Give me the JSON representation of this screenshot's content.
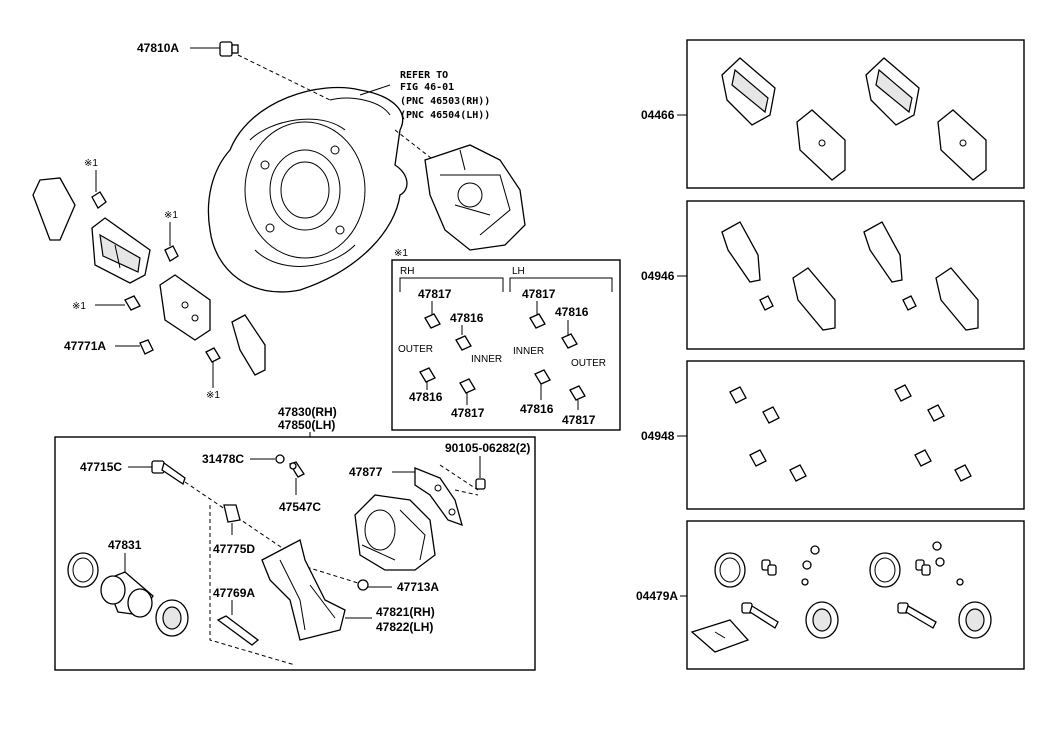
{
  "labels": {
    "p47810A": "47810A",
    "refer1": "REFER TO",
    "refer2": "FIG 46-01",
    "refer3": "(PNC 46503(RH))",
    "refer4": "(PNC 46504(LH))",
    "mark1a": "※1",
    "mark1b": "※1",
    "mark1c": "※1",
    "mark1d": "※1",
    "p47771A": "47771A",
    "p47830": "47830(RH)",
    "p47850": "47850(LH)",
    "p47715C": "47715C",
    "p31478C": "31478C",
    "p90105": "90105-06282(2)",
    "p47877": "47877",
    "p47547C": "47547C",
    "p47831": "47831",
    "p47775D": "47775D",
    "p47769A": "47769A",
    "p47713A": "47713A",
    "p47821": "47821(RH)",
    "p47822": "47822(LH)",
    "p04466": "04466",
    "p04946": "04946",
    "p04948": "04948",
    "p04479A": "04479A"
  },
  "inset": {
    "mark": "※1",
    "rh": "RH",
    "lh": "LH",
    "rh_47817_top": "47817",
    "rh_47816_top": "47816",
    "rh_outer": "OUTER",
    "rh_inner": "INNER",
    "rh_47816_bot": "47816",
    "rh_47817_bot": "47817",
    "lh_47817_top": "47817",
    "lh_47816_top": "47816",
    "lh_inner": "INNER",
    "lh_outer": "OUTER",
    "lh_47816_bot": "47816",
    "lh_47817_bot": "47817"
  }
}
